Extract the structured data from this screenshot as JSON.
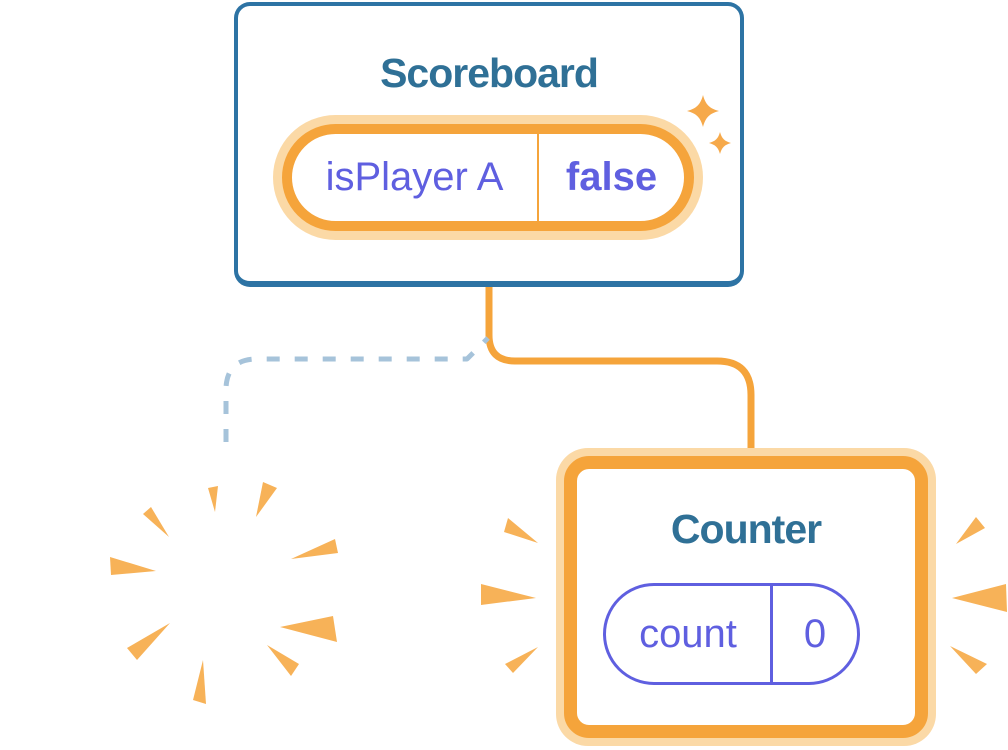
{
  "diagram": {
    "scoreboard": {
      "title": "Scoreboard",
      "state_key": "isPlayer A",
      "state_value": "false"
    },
    "counter": {
      "title": "Counter",
      "state_key": "count",
      "state_value": "0"
    }
  },
  "colors": {
    "card_border_blue": "#2D73A4",
    "title_text_blue": "#2F7096",
    "state_orange": "#F5A43B",
    "state_glow_orange": "#FBD9A6",
    "state_purple": "#5F5FE0",
    "dashed_line_blue": "#A6C3DA",
    "burst_orange": "#F7B258",
    "sparkle_orange": "#F6A94A"
  },
  "icons": {
    "sparkles": "sparkles-icon",
    "poof_burst": "poof-burst-icon",
    "emphasis_burst_left": "emphasis-burst-left-icon",
    "emphasis_burst_right": "emphasis-burst-right-icon"
  }
}
